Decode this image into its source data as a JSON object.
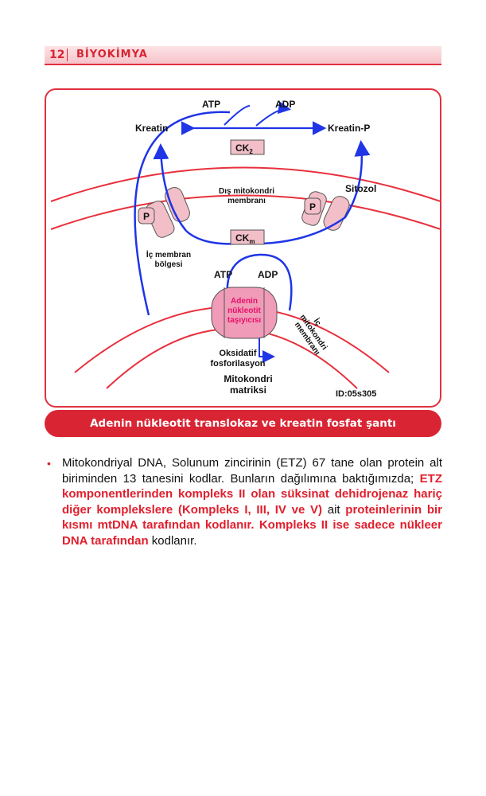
{
  "header": {
    "page_number": "12",
    "section_title": "BİYOKİMYA"
  },
  "figure": {
    "labels": {
      "atp_top": "ATP",
      "adp_top": "ADP",
      "kreatin": "Kreatin",
      "kreatin_p": "Kreatin-P",
      "ck2": "CK",
      "ck2_sub": "2",
      "dis_membran_1": "Dış mitokondri",
      "dis_membran_2": "membranı",
      "sitozol": "Sitozol",
      "p_left": "P",
      "p_right": "P",
      "ic_membran_bolgesi_1": "İç membran",
      "ic_membran_bolgesi_2": "bölgesi",
      "ckm": "CK",
      "ckm_sub": "m",
      "atp_mid": "ATP",
      "adp_mid": "ADP",
      "tasiyici_1": "Adenin",
      "tasiyici_2": "nükleotit",
      "tasiyici_3": "taşıyıcısı",
      "ic_mito_1": "İç",
      "ic_mito_2": "mitokondri",
      "ic_mito_3": "membranı",
      "oksidatif_1": "Oksidatif",
      "oksidatif_2": "fosforilasyon",
      "matriks_1": "Mitokondri",
      "matriks_2": "matriksi",
      "figure_id": "ID:05s305"
    },
    "colors": {
      "membrane": "#e8303c",
      "arrow": "#1f35e6",
      "protein_fill": "#f2bfc8",
      "carrier_fill": "#f09bb8",
      "carrier_text": "#e8106a"
    }
  },
  "caption": "Adenin nükleotit translokaz ve kreatin fosfat şantı",
  "paragraph": {
    "part1": "Mitokondriyal DNA, Solunum zincirinin (ETZ) 67 tane olan protein alt biriminden 13 tanesini kodlar. Bunların dağılımına baktığımızda; ",
    "part2": "ETZ komponentlerinden kompleks II olan süksinat dehidrojenaz hariç diğer komplekslere (Kompleks I, III, IV ve V)",
    "part3": " ait ",
    "part4": "proteinlerinin bir kısmı mtDNA tarafından kodlanır. Kompleks II ise sadece nükleer DNA tarafından",
    "part5": " kodlanır."
  }
}
